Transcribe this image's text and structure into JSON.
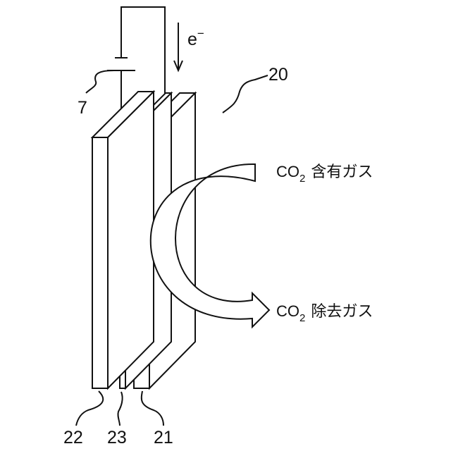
{
  "labels": {
    "power_source": "7",
    "device": "20",
    "electron": "e",
    "electron_sup": "−",
    "electrode_left": "22",
    "separator": "23",
    "electrode_right": "21"
  },
  "gas_in": {
    "formula": "CO",
    "subscript": "2",
    "text": "含有ガス"
  },
  "gas_out": {
    "formula": "CO",
    "subscript": "2",
    "text": "除去ガス"
  },
  "colors": {
    "line": "#111111",
    "fill": "#ffffff"
  }
}
